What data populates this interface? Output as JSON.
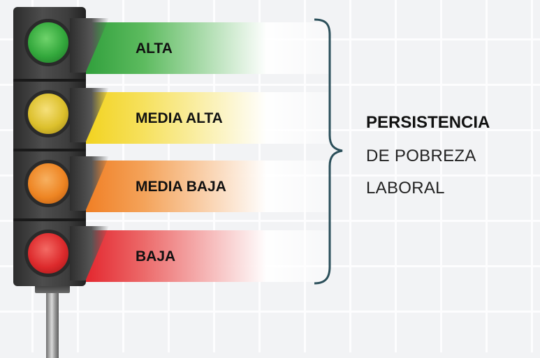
{
  "levels": [
    {
      "label": "ALTA",
      "color": "#2e9e3a",
      "lamp": "#3ab54a"
    },
    {
      "label": "MEDIA ALTA",
      "color": "#f2d21c",
      "lamp": "#e6c52a"
    },
    {
      "label": "MEDIA BAJA",
      "color": "#f07d22",
      "lamp": "#f08a24"
    },
    {
      "label": "BAJA",
      "color": "#e3232b",
      "lamp": "#e0282c"
    }
  ],
  "heading": {
    "bold": "PERSISTENCIA",
    "line2": "DE POBREZA",
    "line3": "LABORAL"
  },
  "colors": {
    "brace": "#2b4f5a",
    "housing": "#3d3d3d",
    "background": "#f2f3f5"
  }
}
